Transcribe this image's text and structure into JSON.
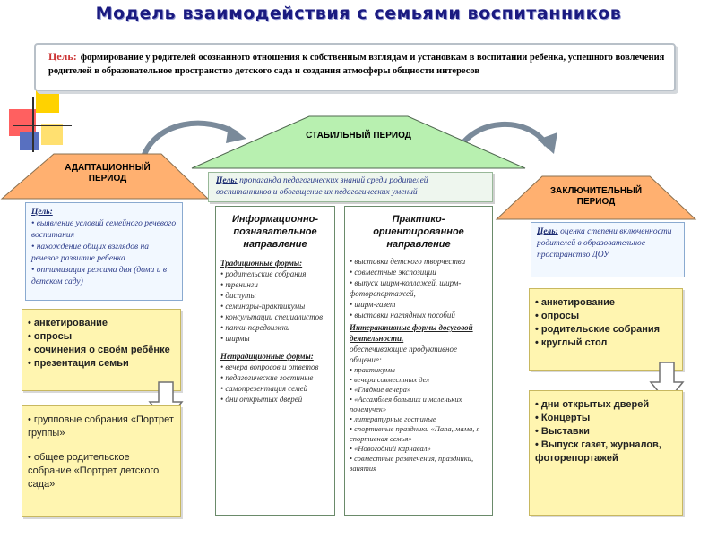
{
  "title": "Модель взаимодействия с семьями воспитанников",
  "goal": {
    "label": "Цель:",
    "text": "формирование у родителей осознанного отношения к собственным взглядам и установкам в воспитании ребенка, успешного вовлечения родителей в образовательное пространство детского сада и создания атмосферы общности интересов"
  },
  "stable": {
    "label": "СТАБИЛЬНЫЙ ПЕРИОД",
    "goal_label": "Цель:",
    "goal_text": "пропаганда педагогических знаний среди родителей воспитанников и обогащение их педагогических умений",
    "info_column": {
      "heading": "Информационно-познавательное направление",
      "traditional_title": "Традиционные формы:",
      "traditional_items": [
        "родительские собрания",
        "тренинги",
        "диспуты",
        "семинары-практикумы",
        "консультации специалистов",
        "папки-передвижки",
        "ширмы"
      ],
      "nontraditional_title": "Нетрадиционные формы:",
      "nontraditional_items": [
        "вечера вопросов и ответов",
        "педагогические гостиные",
        "самопрезентация семей",
        "дни открытых дверей"
      ]
    },
    "practice_column": {
      "heading": "Практико-ориентированное направление",
      "items": [
        "выставки детского творчества",
        "совместные экспозиции",
        "выпуск ширм-коллажей, ширм-фоторепортажей,",
        "ширм-газет",
        "выставки наглядных пособий"
      ],
      "interactive_title": "Интерактивные формы досуговой деятельности,",
      "interactive_intro": "обеспечивающие продуктивное общение:",
      "interactive_items": [
        "практикумы",
        "вечера совместных дел",
        "«Гладкие вечера»",
        "«Ассамблея больших и маленьких почемучек»",
        "литературные гостиные",
        "спортивные праздники «Папа, мама, я – спортивная семья»",
        "«Новогодний карнавал»",
        "совместные развлечения, праздники, занятия"
      ]
    }
  },
  "adaptation": {
    "label": "АДАПТАЦИОННЫЙ ПЕРИОД",
    "goal_label": "Цель:",
    "goal_items": [
      "выявление условий семейного речевого воспитания",
      "нахождение общих взглядов на речевое развитие ребенка",
      "оптимизация режима дня (дома и в детском саду)"
    ],
    "forms1": [
      "анкетирование",
      "опросы",
      "сочинения о своём ребёнке",
      "презентация семьи"
    ],
    "forms2": [
      "групповые собрания «Портрет группы»",
      "общее родительское собрание «Портрет детского сада»"
    ]
  },
  "final": {
    "label": "ЗАКЛЮЧИТЕЛЬНЫЙ ПЕРИОД",
    "goal_label": "Цель:",
    "goal_text": "оценка степени включенности родителей в образовательное пространство ДОУ",
    "forms1": [
      "анкетирование",
      "опросы",
      "родительские собрания",
      "круглый стол"
    ],
    "forms2": [
      "дни открытых дверей",
      "Концерты",
      "Выставки",
      "Выпуск газет, журналов, фоторепортажей"
    ]
  },
  "colors": {
    "title": "#1a1a80",
    "goal_label": "#cc3333",
    "adaptation_roof": "#ffb070",
    "stable_roof": "#b8f0b0",
    "final_roof": "#ffb070",
    "yellow_box": "#fff5b0"
  }
}
